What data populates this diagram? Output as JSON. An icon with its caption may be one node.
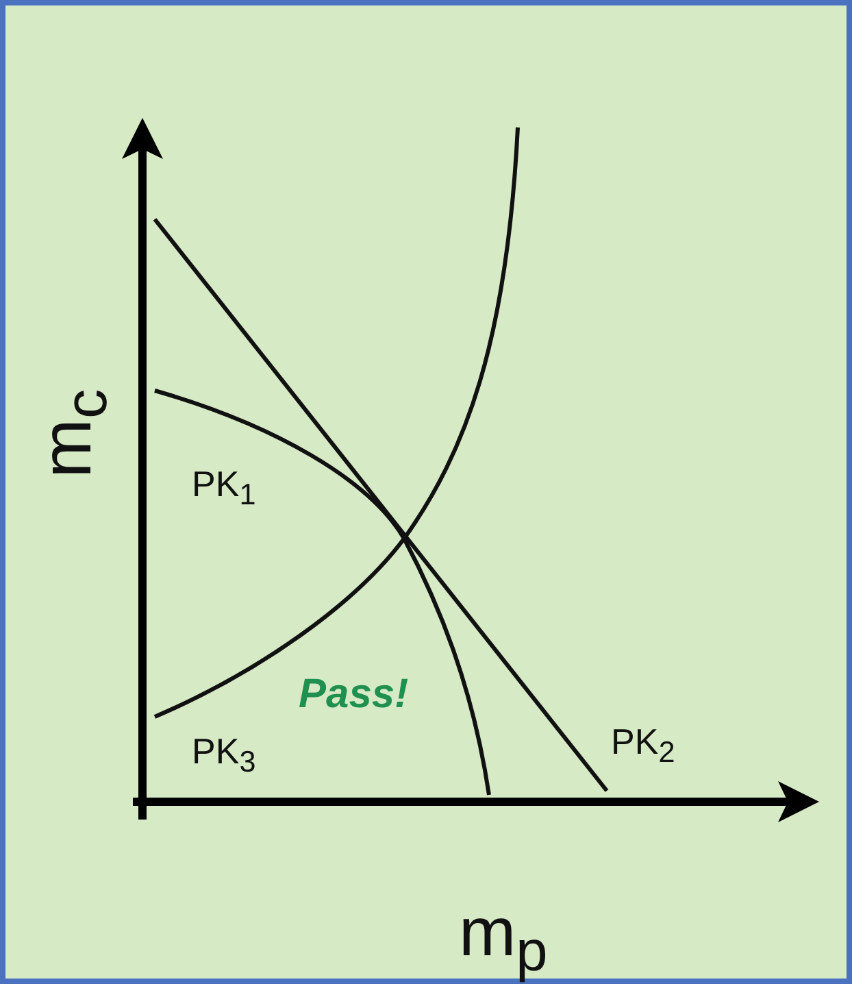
{
  "diagram": {
    "labels": [
      "m$_{c}$",
      "PK$_{1}$",
      "Pass!",
      "PK$_{3}$",
      "PK$_{2}$",
      "m$_{p}$"
    ]
  }
}
